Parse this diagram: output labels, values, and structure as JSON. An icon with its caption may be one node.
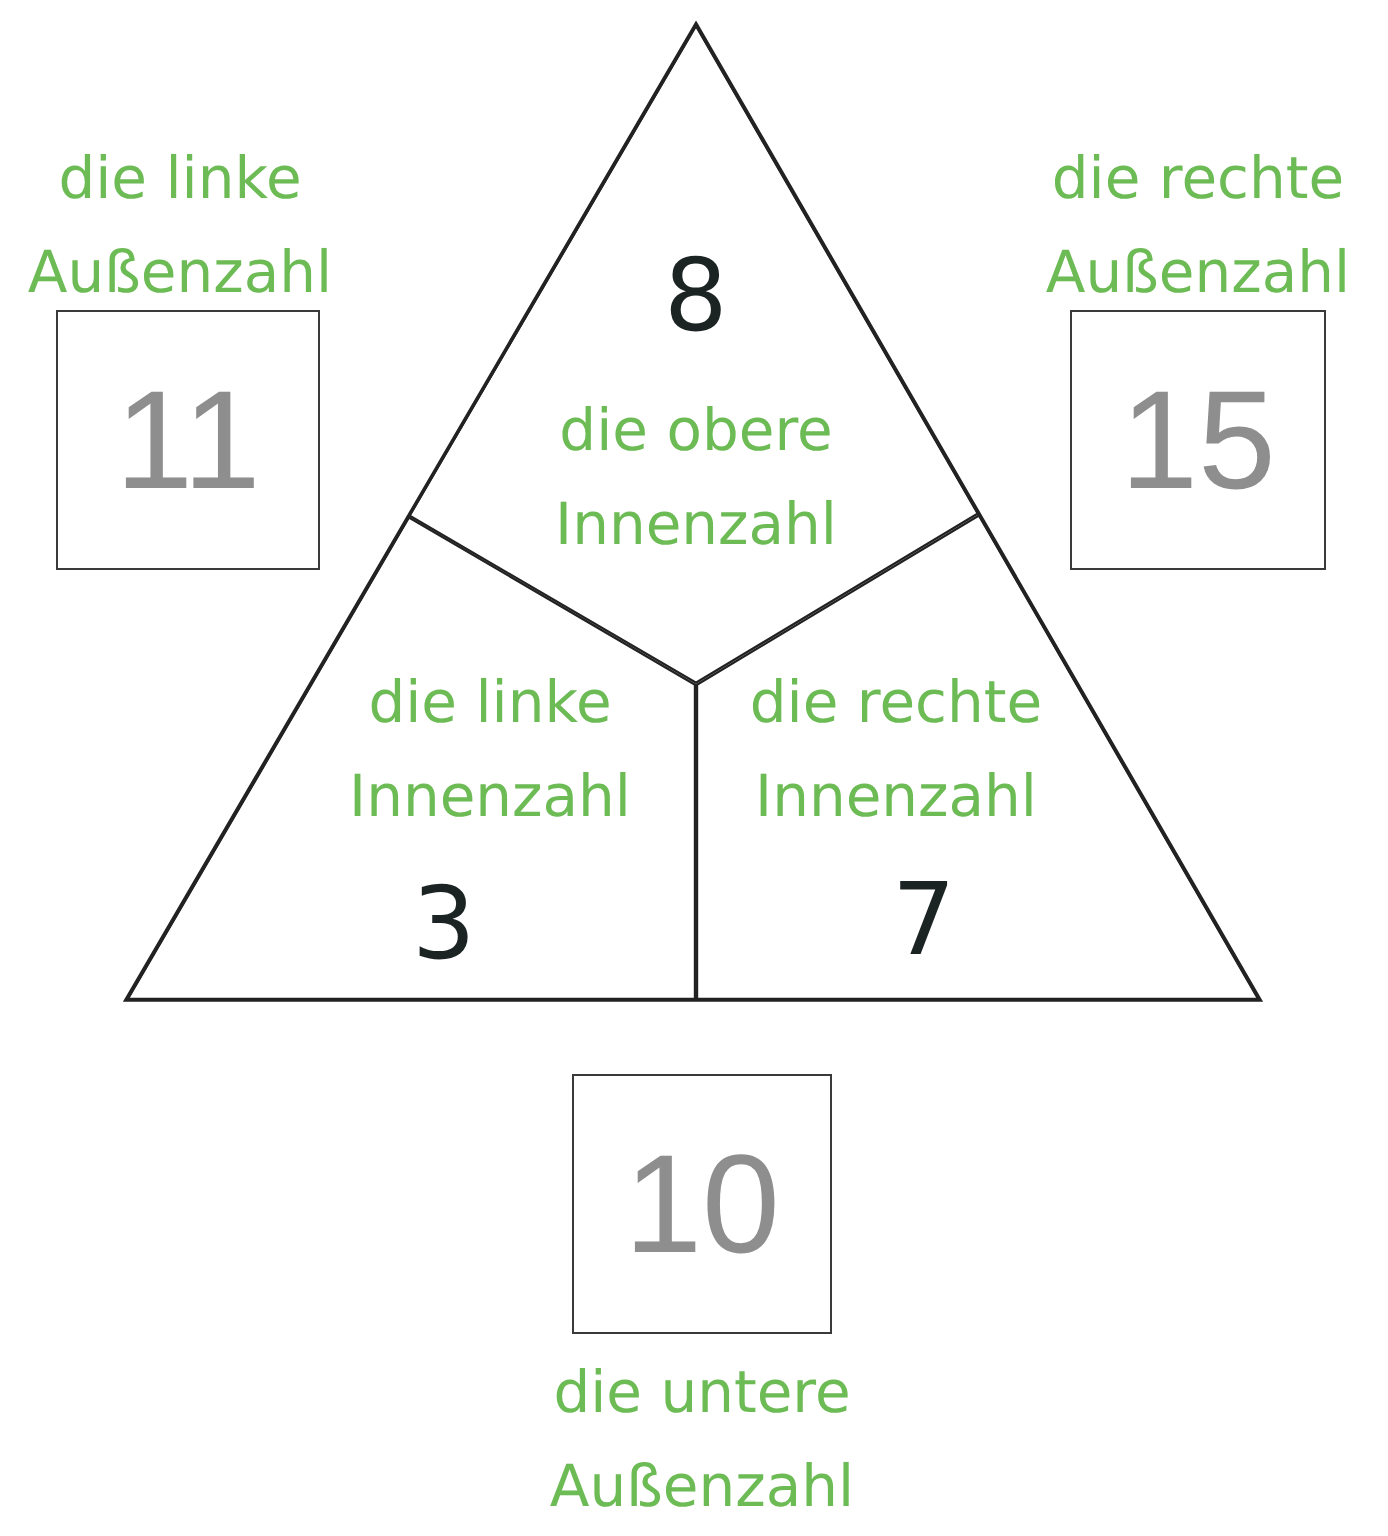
{
  "diagram": {
    "nodes": [
      {
        "text": [],
        "shape": "triangle"
      },
      {
        "text": [
          "8",
          "die obere Innenzahl"
        ],
        "in": 0
      },
      {
        "text": [
          "die linke Innenzahl",
          "3"
        ],
        "in": 0
      },
      {
        "text": [
          "die rechte Innenzahl",
          "7"
        ],
        "in": 0
      },
      {
        "text": [
          "11"
        ],
        "beside": [
          "die linke Außenzahl"
        ]
      },
      {
        "text": [
          "15"
        ],
        "beside": [
          "die rechte Außenzahl"
        ]
      },
      {
        "text": [
          "10"
        ],
        "beside": [
          "die untere Außenzahl"
        ]
      }
    ],
    "edges": []
  }
}
